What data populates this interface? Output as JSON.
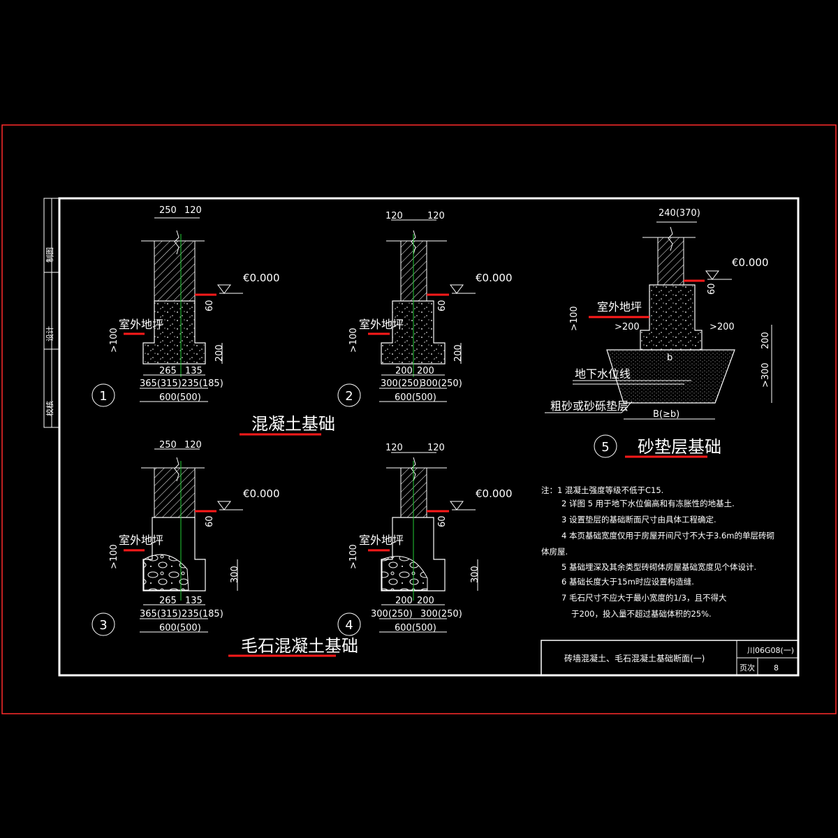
{
  "colors": {
    "background": "#000000",
    "line": "#ffffff",
    "frame_outer": "#ff2a2a",
    "highlight": "#ff1a1a",
    "axis": "#22cc33"
  },
  "side_block": [
    "制图",
    "设计",
    "校核"
  ],
  "level_mark": "€0.000",
  "outdoor_ground": "室外地坪",
  "detail1": {
    "no": "1",
    "top_left": "250",
    "top_right": "120",
    "h60": "60",
    "h200": "200",
    "ge100": ">100",
    "b_left": "265",
    "b_right": "135",
    "w_left": "365(315)",
    "w_right": "235(185)",
    "total": "600(500)"
  },
  "detail2": {
    "no": "2",
    "top_left": "120",
    "top_right": "120",
    "h60": "60",
    "h200": "200",
    "ge100": ">100",
    "b_left": "200",
    "b_right": "200",
    "w_left": "300(250)",
    "w_right": "300(250)",
    "total": "600(500)"
  },
  "detail3": {
    "no": "3",
    "top_left": "250",
    "top_right": "120",
    "h60": "60",
    "h300": "300",
    "ge100": ">100",
    "b_left": "265",
    "b_right": "135",
    "w_left": "365(315)",
    "w_right": "235(185)",
    "total": "600(500)"
  },
  "detail4": {
    "no": "4",
    "top_left": "120",
    "top_right": "120",
    "h60": "60",
    "h300": "300",
    "ge100": ">100",
    "b_left": "200",
    "b_right": "200",
    "w_left": "300(250)",
    "w_right": "300(250)",
    "total": "600(500)"
  },
  "detail5": {
    "no": "5",
    "top": "240(370)",
    "h60": "60",
    "ge100": ">100",
    "ge200_left": ">200",
    "ge200_right": ">200",
    "h200": "200",
    "ge300": ">300",
    "b_mark": "b",
    "bottom": "B(≥b)",
    "groundwater": "地下水位线",
    "cushion": "粗砂或砂砾垫层"
  },
  "titles": {
    "concrete": "混凝土基础",
    "sand": "砂垫层基础",
    "rubble": "毛石混凝土基础"
  },
  "notes": [
    "注：1  混凝土强度等级不低于C15.",
    "2  详图 5  用于地下水位偏高和有冻胀性的地基土.",
    "3  设置垫层的基础断面尺寸由具体工程确定.",
    "4  本页基础宽度仅用于房屋开间尺寸不大于3.6m的单层砖砌",
    "体房屋.",
    "5  基础埋深及其余类型砖砌体房屋基础宽度见个体设计.",
    "6  基础长度大于15m时应设置构造缝.",
    "7  毛石尺寸不应大于最小宽度的1/3，且不得大",
    "于200，投入量不超过基础体积的25%."
  ],
  "title_block": {
    "name": "砖墙混凝土、毛石混凝土基础断面(一)",
    "code": "川06G08(一)",
    "page_label": "页次",
    "page": "8"
  }
}
